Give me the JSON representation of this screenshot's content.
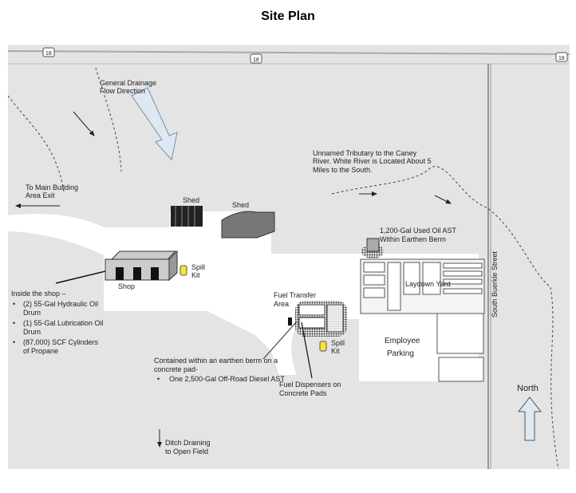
{
  "title": "Site Plan",
  "highway_shield": "18",
  "labels": {
    "drainage": [
      "General Drainage",
      "Flow Direction"
    ],
    "main_exit": [
      "To Main Building",
      "Area Exit"
    ],
    "shed1": "Shed",
    "shed2": "Shed",
    "shop": "Shop",
    "spill_kit": [
      "Spill",
      "Kit"
    ],
    "tributary": [
      "Unnamed Tributary to the Caney",
      "River. White River is Located About 5",
      "Miles to the South."
    ],
    "used_oil": [
      "1,200-Gal Used Oil AST",
      "Within Earthen Berm"
    ],
    "laydown": "Laydown Yard",
    "street": "South Buerkle Street",
    "fuel_transfer": [
      "Fuel Transfer",
      "Area"
    ],
    "employee_parking": [
      "Employee",
      "Parking"
    ],
    "shop_contents_title": "Inside the shop –",
    "shop_contents": [
      "(2) 55-Gal Hydraulic Oil",
      "Drum",
      "(1) 55-Gal Lubrication Oil",
      "Drum",
      "(87,000) SCF Cylinders",
      "of Propane"
    ],
    "berm_note": [
      "Contained within an earthen berm on a",
      "concrete pad-",
      "One 2,500-Gal Off-Road Diesel AST"
    ],
    "dispensers": [
      "Fuel Dispensers on",
      "Concrete Pads"
    ],
    "ditch": [
      "Ditch Draining",
      "to Open Field"
    ],
    "north": "North"
  },
  "colors": {
    "ground": "#e4e4e4",
    "pad": "#ffffff",
    "spill_kit": "#f2e43a"
  }
}
